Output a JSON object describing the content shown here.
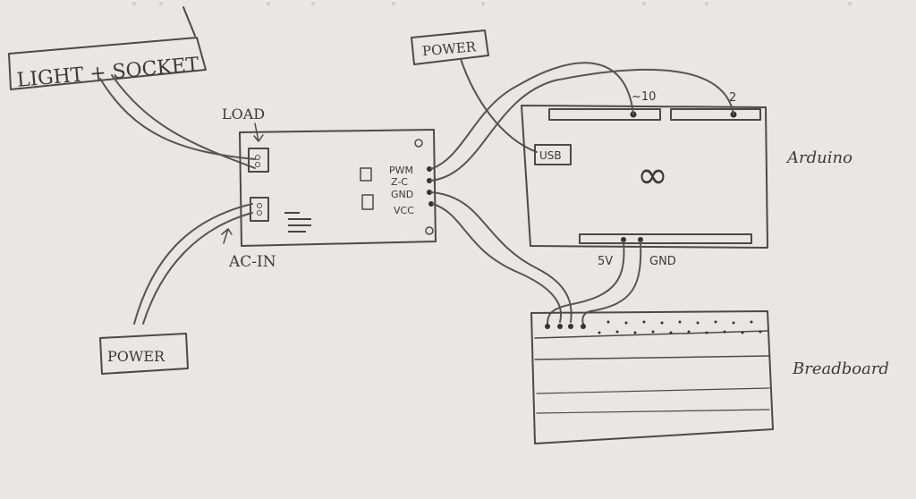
{
  "labels": {
    "light_socket": "LIGHT + SOCKET",
    "power_top": "POWER",
    "power_bottom": "POWER",
    "load": "LOAD",
    "ac_in": "AC-IN",
    "pin_pwm": "PWM",
    "pin_zc": "Z-C",
    "pin_gnd": "GND",
    "pin_vcc": "VCC",
    "usb": "USB",
    "arduino_title": "Arduino",
    "pin_10": "~10",
    "pin_2": "2",
    "pin_5v": "5V",
    "pin_gnd_arduino": "GND",
    "breadboard_title": "Breadboard"
  },
  "symbols": {
    "arduino_logo": "∞"
  }
}
